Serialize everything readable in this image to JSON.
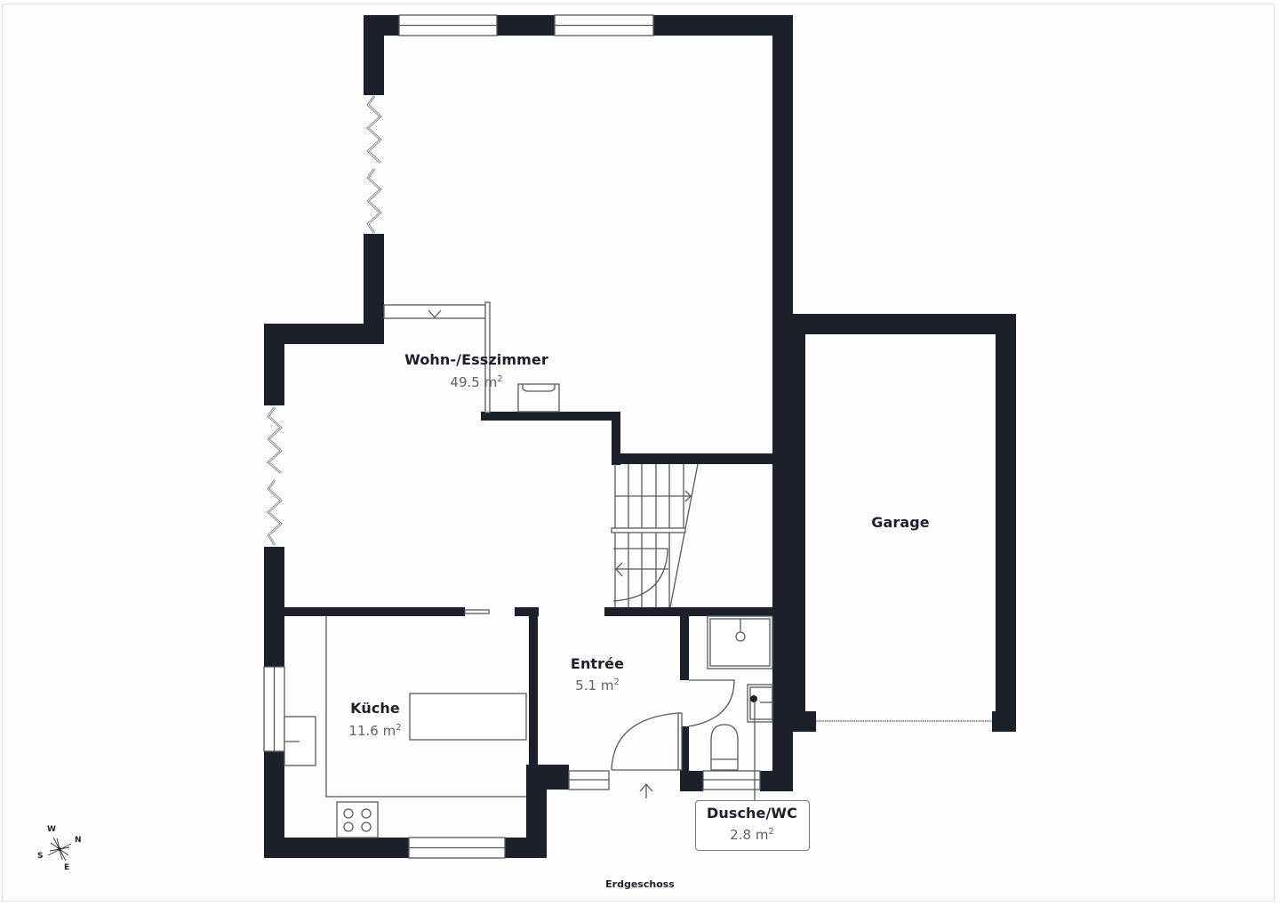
{
  "plan": {
    "floor_name": "Erdgeschoss",
    "wall_color": "#1b202b",
    "rooms": [
      {
        "id": "wohn",
        "name": "Wohn-/Esszimmer",
        "area_value": "49.5",
        "area_unit": "m",
        "area_exp": "2"
      },
      {
        "id": "kueche",
        "name": "Küche",
        "area_value": "11.6",
        "area_unit": "m",
        "area_exp": "2"
      },
      {
        "id": "entree",
        "name": "Entrée",
        "area_value": "5.1",
        "area_unit": "m",
        "area_exp": "2"
      },
      {
        "id": "dusche",
        "name": "Dusche/WC",
        "area_value": "2.8",
        "area_unit": "m",
        "area_exp": "2"
      },
      {
        "id": "garage",
        "name": "Garage"
      }
    ],
    "compass": {
      "n": "N",
      "e": "E",
      "s": "S",
      "w": "W"
    }
  }
}
